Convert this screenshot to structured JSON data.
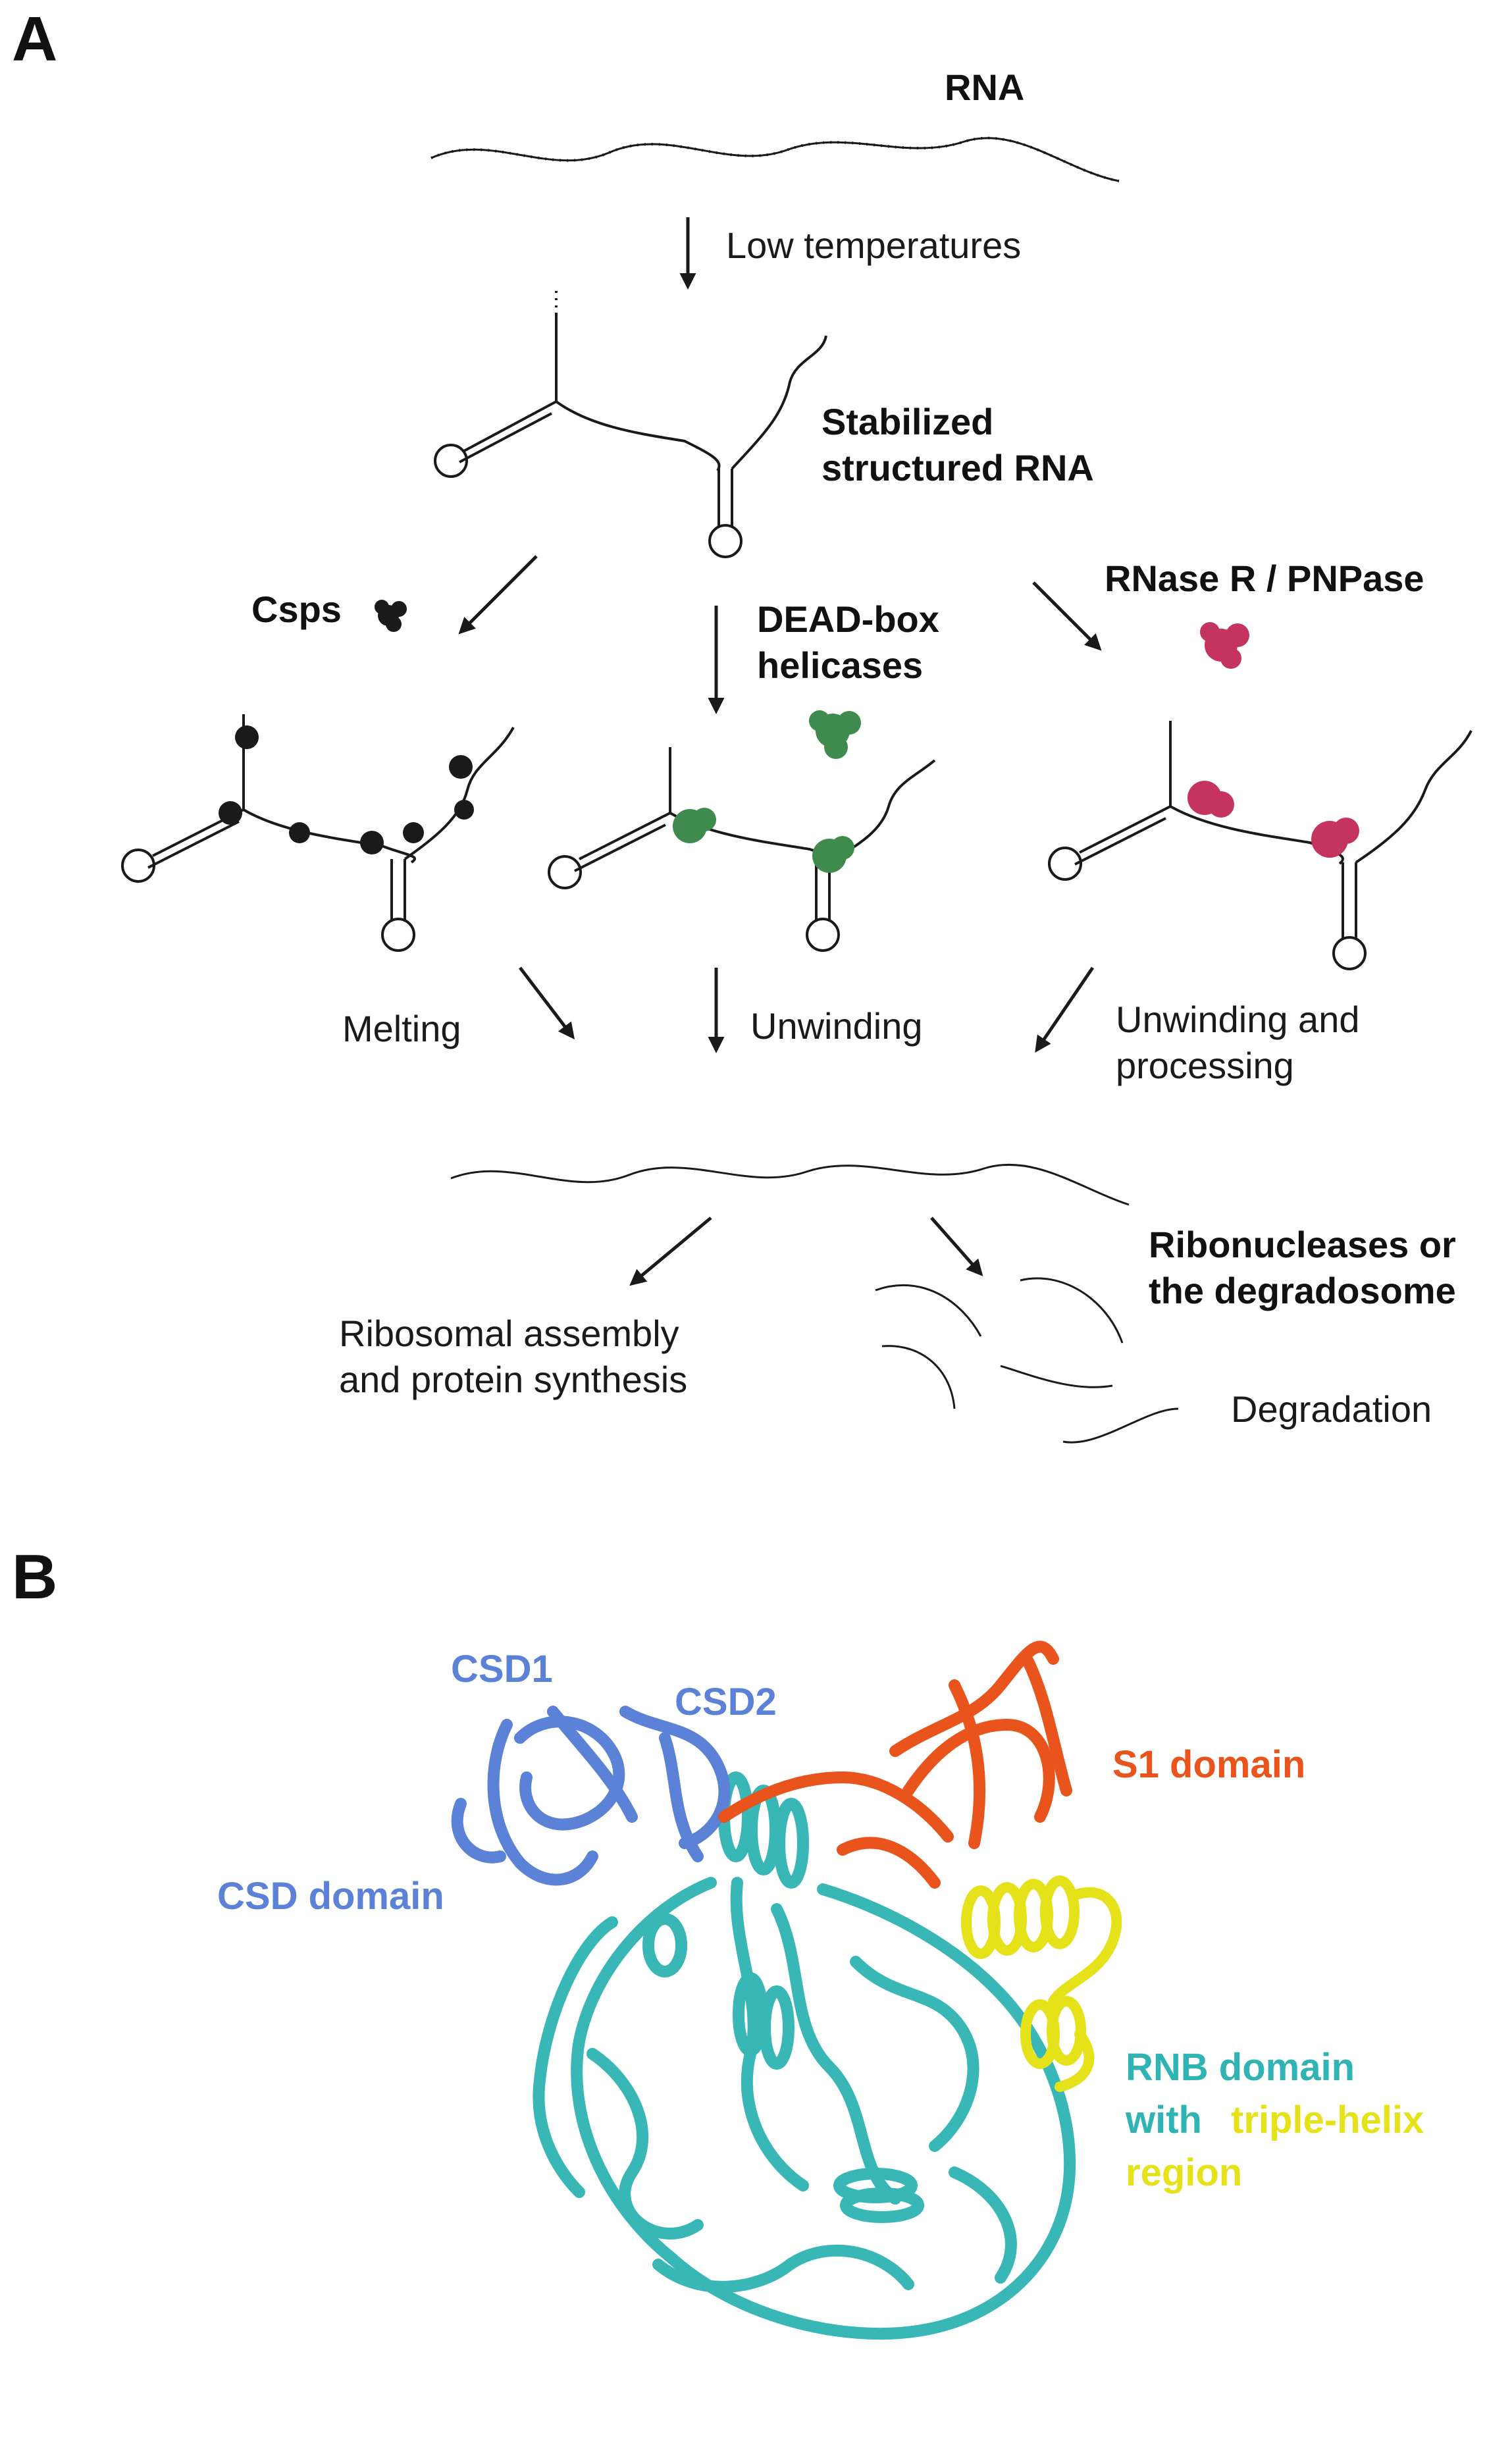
{
  "panel_a": {
    "letter": "A",
    "rna": "RNA",
    "low_temperatures": "Low temperatures",
    "stabilized": [
      "Stabilized",
      "structured RNA"
    ],
    "csps": "Csps",
    "dead_box": [
      "DEAD-box",
      "helicases"
    ],
    "rnase": "RNase R / PNPase",
    "melting": "Melting",
    "unwinding": "Unwinding",
    "unwinding_processing": [
      "Unwinding and",
      "processing"
    ],
    "ribonucleases": [
      "Ribonucleases or",
      "the degradosome"
    ],
    "ribosomal": [
      "Ribosomal assembly",
      "and protein synthesis"
    ],
    "degradation": "Degradation"
  },
  "panel_b": {
    "letter": "B",
    "csd1": "CSD1",
    "csd2": "CSD2",
    "csd_domain": "CSD domain",
    "s1_domain": "S1 domain",
    "rnb_domain": "RNB domain",
    "with": "with",
    "triple_helix": "triple-helix",
    "region": "region"
  },
  "colors": {
    "ink": "#1a1a1a",
    "csp_black": "#1a1a1a",
    "helicase_green": "#3f8a4d",
    "rnase_magenta": "#c4345f",
    "csd_blue": "#5b82d6",
    "s1_orange": "#e8541c",
    "rnb_teal": "#2fb3b3",
    "helix_yellow": "#e6e21a"
  }
}
